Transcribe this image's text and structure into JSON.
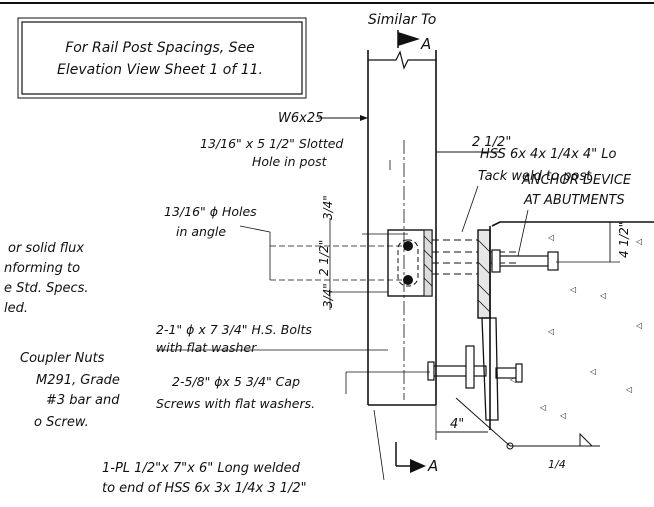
{
  "note_box": {
    "line1": "For Rail Post Spacings, See",
    "line2": "Elevation View Sheet 1 of 11."
  },
  "section_marks": {
    "top_label": "Similar To",
    "top_letter": "A",
    "bottom_letter": "A"
  },
  "labels": {
    "post": "W6x25",
    "slot_line1": "13/16\" x 5 1/2\" Slotted",
    "slot_line2": "Hole in post",
    "holes_line1": "13/16\" ϕ Holes",
    "holes_line2": "in angle",
    "hss_line1": "HSS 6x 4x 1/4x 4\" Lo",
    "hss_line2": "Tack weld to post",
    "anchor_line1": "ANCHOR DEVICE",
    "anchor_line2": "AT ABUTMENTS",
    "bolts_line1": "2-1\" ϕ x 7 3/4\" H.S. Bolts",
    "bolts_line2": "with flat washer",
    "cap_line1": "2-5/8\" ϕx 5 3/4\" Cap",
    "cap_line2": "Screws with flat washers.",
    "plate_line1": "1-PL 1/2\"x 7\"x 6\" Long welded",
    "plate_line2": "to end of HSS 6x 3x 1/4x 3 1/2\""
  },
  "left_notes": {
    "n1": "or solid flux",
    "n2": "nforming to",
    "n3": "e Std. Specs.",
    "n4": "led.",
    "n5": "Coupler Nuts",
    "n6": "M291, Grade",
    "n7": "#3 bar and",
    "n8": "o Screw."
  },
  "dims": {
    "d_2_half": "2 1/2\"",
    "d_3_quarter_top": "3/4\"",
    "d_2_half_v": "2 1/2\"",
    "d_3_quarter_bot": "3/4\"",
    "d_4_half": "4 1/2\"",
    "d_4": "4\"",
    "weld": "1/4"
  }
}
